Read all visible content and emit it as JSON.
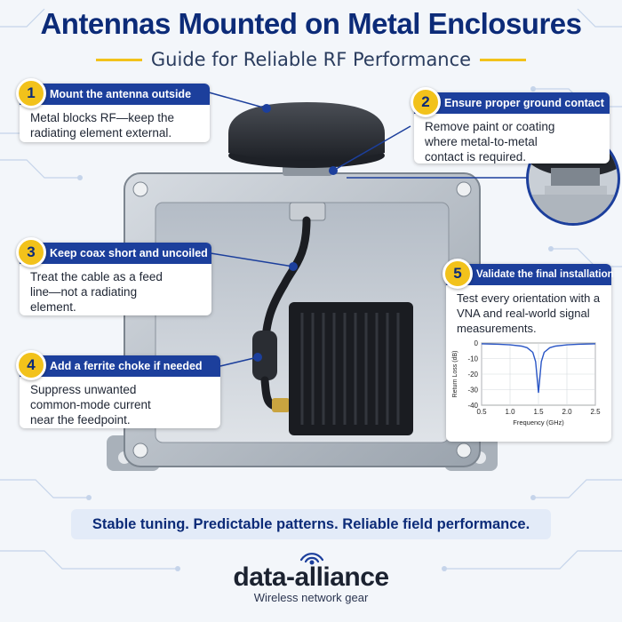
{
  "title": "Antennas Mounted on Metal Enclosures",
  "subtitle": "Guide for Reliable RF Performance",
  "steps": [
    {
      "number": "1",
      "heading": "Mount the antenna outside",
      "text": [
        "Metal blocks RF—keep the",
        "radiating element external."
      ]
    },
    {
      "number": "2",
      "heading": "Ensure proper ground contact",
      "text": [
        "Remove paint or coating",
        "where metal-to-metal",
        "contact is required."
      ]
    },
    {
      "number": "3",
      "heading": "Keep coax short and uncoiled",
      "text": [
        "Treat the cable as a feed",
        "line—not a radiating",
        "element."
      ]
    },
    {
      "number": "4",
      "heading": "Add a ferrite choke if needed",
      "text": [
        "Suppress unwanted",
        "common-mode current",
        "near the feedpoint."
      ]
    },
    {
      "number": "5",
      "heading": "Validate the final installation",
      "text": [
        "Test every orientation with a",
        "VNA and real-world signal",
        "measurements."
      ]
    }
  ],
  "tagline": "Stable tuning. Predictable patterns. Reliable field performance.",
  "logo": {
    "name": "data-alliance",
    "tagline": "Wireless network gear",
    "icon": "wifi-signal-icon"
  },
  "colors": {
    "navy": "#0c2b78",
    "accent": "#f2c21b",
    "header_blue": "#1c3f9c",
    "curve": "#2a56c6"
  },
  "chart_data": {
    "type": "line",
    "xlabel": "Frequency (GHz)",
    "ylabel": "Return Loss (dB)",
    "xlim": [
      0.5,
      2.5
    ],
    "ylim": [
      -40,
      0
    ],
    "x_ticks": [
      "0.5",
      "1.0",
      "1.5",
      "2.0",
      "2.5"
    ],
    "y_ticks": [
      "0",
      "-10",
      "-20",
      "-30",
      "-40"
    ],
    "grid": true,
    "series": [
      {
        "x": [
          0.5,
          0.8,
          1.0,
          1.2,
          1.3,
          1.4,
          1.45,
          1.5,
          1.55,
          1.6,
          1.7,
          1.8,
          2.0,
          2.2,
          2.5
        ],
        "y": [
          -0.5,
          -0.8,
          -1.2,
          -2,
          -3,
          -6,
          -12,
          -32,
          -12,
          -6,
          -3,
          -2,
          -1.2,
          -0.8,
          -0.5
        ]
      }
    ]
  }
}
